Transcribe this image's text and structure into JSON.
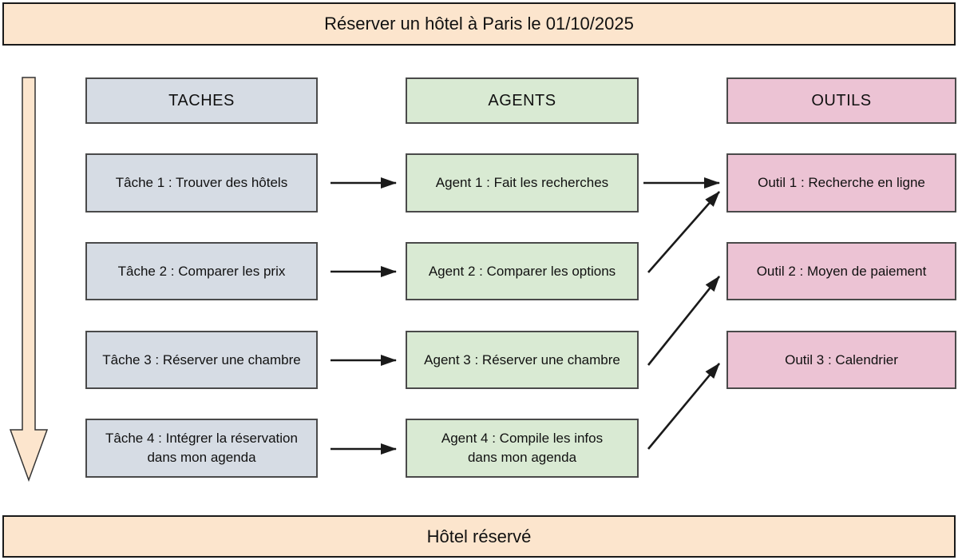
{
  "banners": {
    "top_label": "Réserver un hôtel à Paris le 01/10/2025",
    "bottom_label": "Hôtel réservé"
  },
  "columns": [
    {
      "id": "taches",
      "header": "TACHES",
      "items": [
        {
          "label": "Tâche 1 : Trouver des hôtels"
        },
        {
          "label": "Tâche 2 : Comparer les prix"
        },
        {
          "label": "Tâche 3 : Réserver une chambre"
        },
        {
          "label": "Tâche 4 : Intégrer la réservation\ndans mon agenda"
        }
      ]
    },
    {
      "id": "agents",
      "header": "AGENTS",
      "items": [
        {
          "label": "Agent 1 : Fait les recherches"
        },
        {
          "label": "Agent 2 : Comparer les options"
        },
        {
          "label": "Agent 3 : Réserver une chambre"
        },
        {
          "label": "Agent 4 : Compile les infos\ndans mon agenda"
        }
      ]
    },
    {
      "id": "outils",
      "header": "OUTILS",
      "items": [
        {
          "label": "Outil 1 : Recherche en ligne"
        },
        {
          "label": "Outil 2 : Moyen de paiement"
        },
        {
          "label": "Outil 3 : Calendrier"
        }
      ]
    }
  ],
  "connections": [
    {
      "from": "Tâche 1",
      "to": "Agent 1"
    },
    {
      "from": "Tâche 2",
      "to": "Agent 2"
    },
    {
      "from": "Tâche 3",
      "to": "Agent 3"
    },
    {
      "from": "Tâche 4",
      "to": "Agent 4"
    },
    {
      "from": "Agent 1",
      "to": "Outil 1"
    },
    {
      "from": "Agent 2",
      "to": "Outil 1"
    },
    {
      "from": "Agent 3",
      "to": "Outil 2"
    },
    {
      "from": "Agent 4",
      "to": "Outil 3"
    }
  ],
  "colors": {
    "banner_bg": "#FCE5CD",
    "taches_bg": "#D6DCE4",
    "agents_bg": "#D9EAD3",
    "outils_bg": "#ECC3D4",
    "box_border": "#4a4a4a",
    "banner_border": "#1a1a1a",
    "arrow": "#1a1a1a",
    "text": "#111111"
  }
}
